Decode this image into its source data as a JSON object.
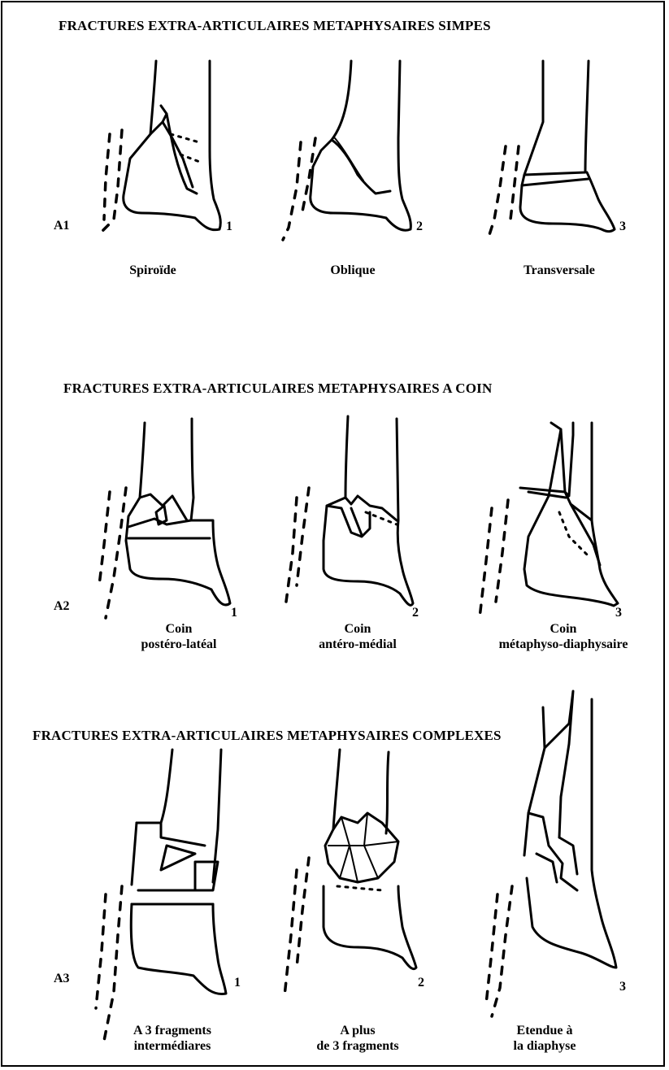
{
  "sections": [
    {
      "title": "FRACTURES EXTRA-ARTICULAIRES METAPHYSAIRES SIMPES",
      "group": "A1",
      "items": [
        {
          "number": "1",
          "caption": [
            "Spiroïde"
          ]
        },
        {
          "number": "2",
          "caption": [
            "Oblique"
          ]
        },
        {
          "number": "3",
          "caption": [
            "Transversale"
          ]
        }
      ]
    },
    {
      "title": "FRACTURES EXTRA-ARTICULAIRES METAPHYSAIRES A COIN",
      "group": "A2",
      "items": [
        {
          "number": "1",
          "caption": [
            "Coin",
            "postéro-latéal"
          ]
        },
        {
          "number": "2",
          "caption": [
            "Coin",
            "antéro-médial"
          ]
        },
        {
          "number": "3",
          "caption": [
            "Coin",
            "métaphyso-diaphysaire"
          ]
        }
      ]
    },
    {
      "title": "FRACTURES EXTRA-ARTICULAIRES METAPHYSAIRES COMPLEXES",
      "group": "A3",
      "items": [
        {
          "number": "1",
          "caption": [
            "A 3 fragments",
            "intermédiares"
          ]
        },
        {
          "number": "2",
          "caption": [
            "A plus",
            "de 3 fragments"
          ]
        },
        {
          "number": "3",
          "caption": [
            "Etendue à",
            "la diaphyse"
          ]
        }
      ]
    }
  ]
}
